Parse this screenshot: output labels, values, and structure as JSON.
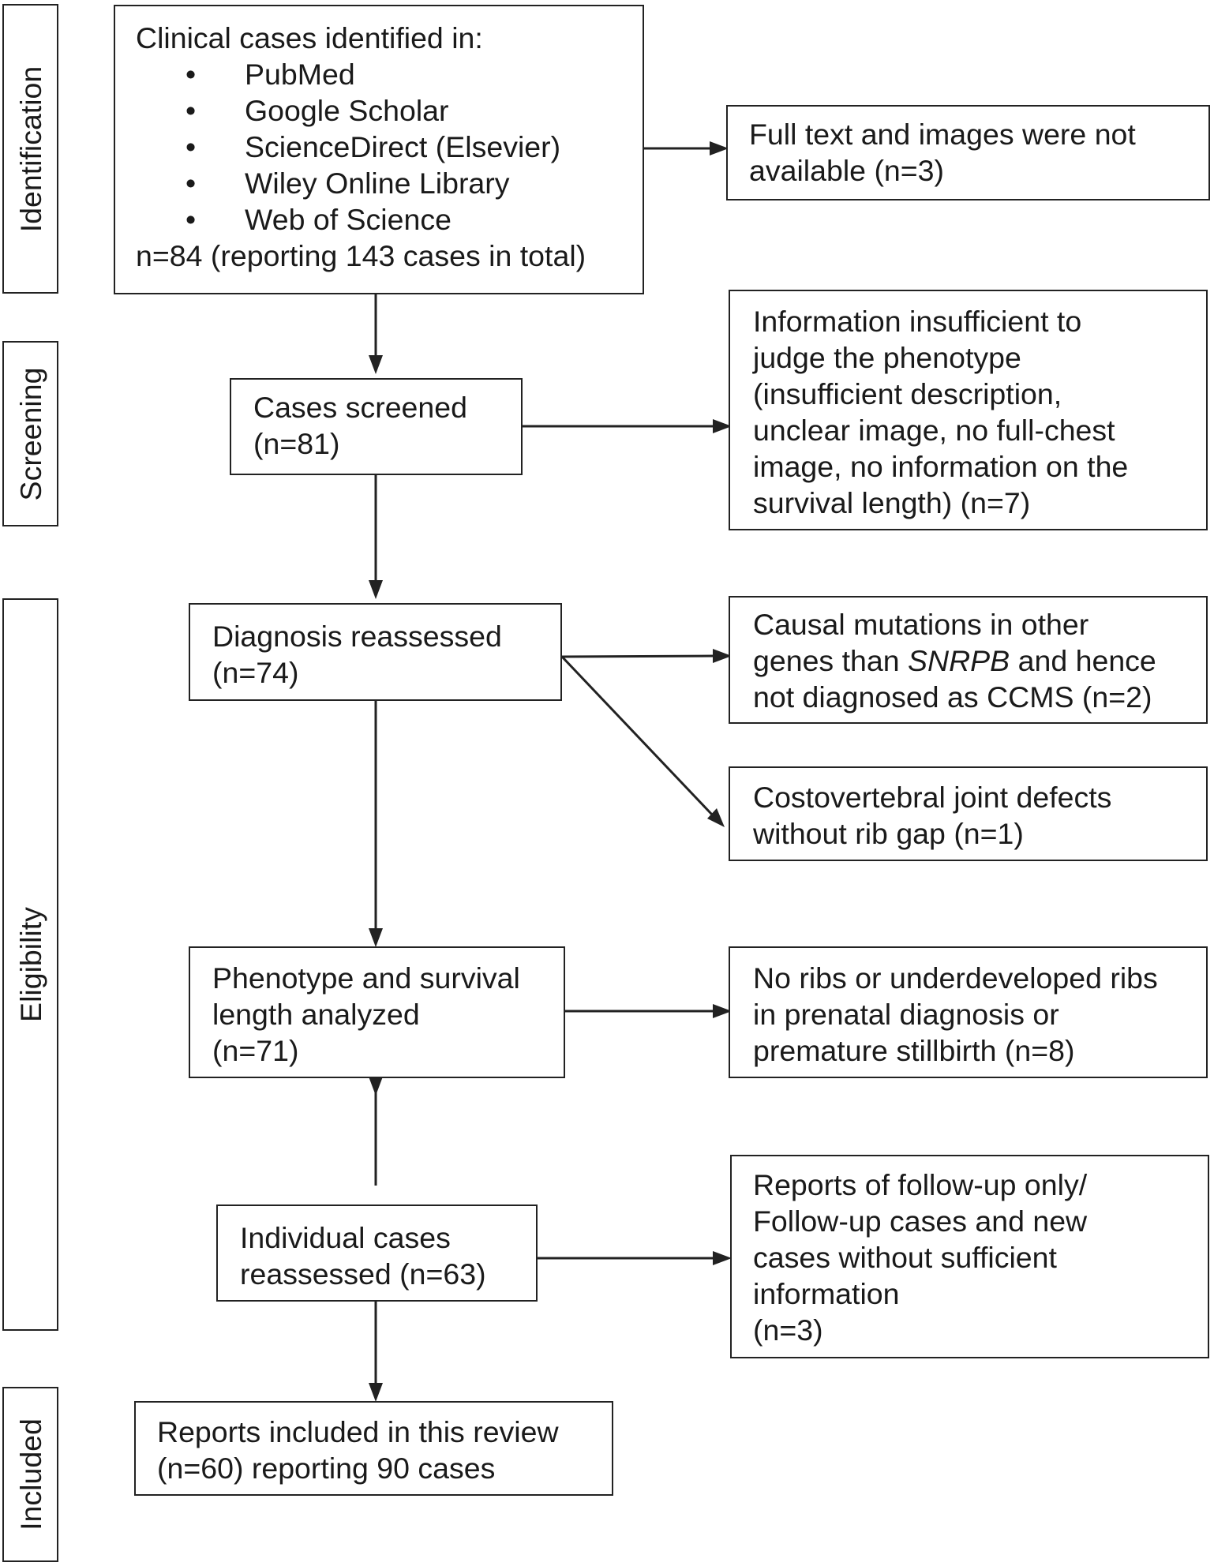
{
  "stages": {
    "identification": "Identification",
    "screening": "Screening",
    "eligibility": "Eligibility",
    "included": "Included"
  },
  "identified": {
    "heading": "Clinical cases identified in:",
    "bullet_symbol": "•",
    "sources": [
      "PubMed",
      "Google Scholar",
      "ScienceDirect (Elsevier)",
      "Wiley Online Library",
      "Web of Science"
    ],
    "count": "n=84 (reporting 143 cases in total)"
  },
  "excluded_no_text": {
    "lines": [
      "Full text and images were not",
      "available (n=3)"
    ]
  },
  "screened": {
    "lines": [
      "Cases screened",
      "(n=81)"
    ]
  },
  "excluded_insufficient": {
    "lines": [
      "Information insufficient to",
      "judge the phenotype",
      "(insufficient description,",
      "unclear image, no full-chest",
      "image, no information on the",
      "survival length) (n=7)"
    ]
  },
  "diagnosis": {
    "lines": [
      "Diagnosis reassessed",
      "(n=74)"
    ]
  },
  "excluded_mutations": {
    "line1": "Causal mutations in other",
    "line2_pre": "genes than ",
    "line2_gene": "SNRPB",
    "line2_post": " and hence",
    "line3": "not diagnosed as CCMS (n=2)"
  },
  "excluded_costovertebral": {
    "lines": [
      "Costovertebral joint defects",
      "without rib gap (n=1)"
    ]
  },
  "phenotype": {
    "lines": [
      "Phenotype and survival",
      "length analyzed",
      "(n=71)"
    ]
  },
  "excluded_ribs": {
    "lines": [
      "No ribs or underdeveloped ribs",
      "in prenatal diagnosis or",
      "premature stillbirth (n=8)"
    ]
  },
  "individual": {
    "lines": [
      "Individual cases",
      "reassessed (n=63)"
    ]
  },
  "excluded_followup": {
    "lines": [
      "Reports of follow-up only/",
      "Follow-up cases and new",
      "cases without sufficient",
      "information",
      "(n=3)"
    ]
  },
  "included_box": {
    "lines": [
      "Reports included in this review",
      "(n=60) reporting 90 cases"
    ]
  }
}
